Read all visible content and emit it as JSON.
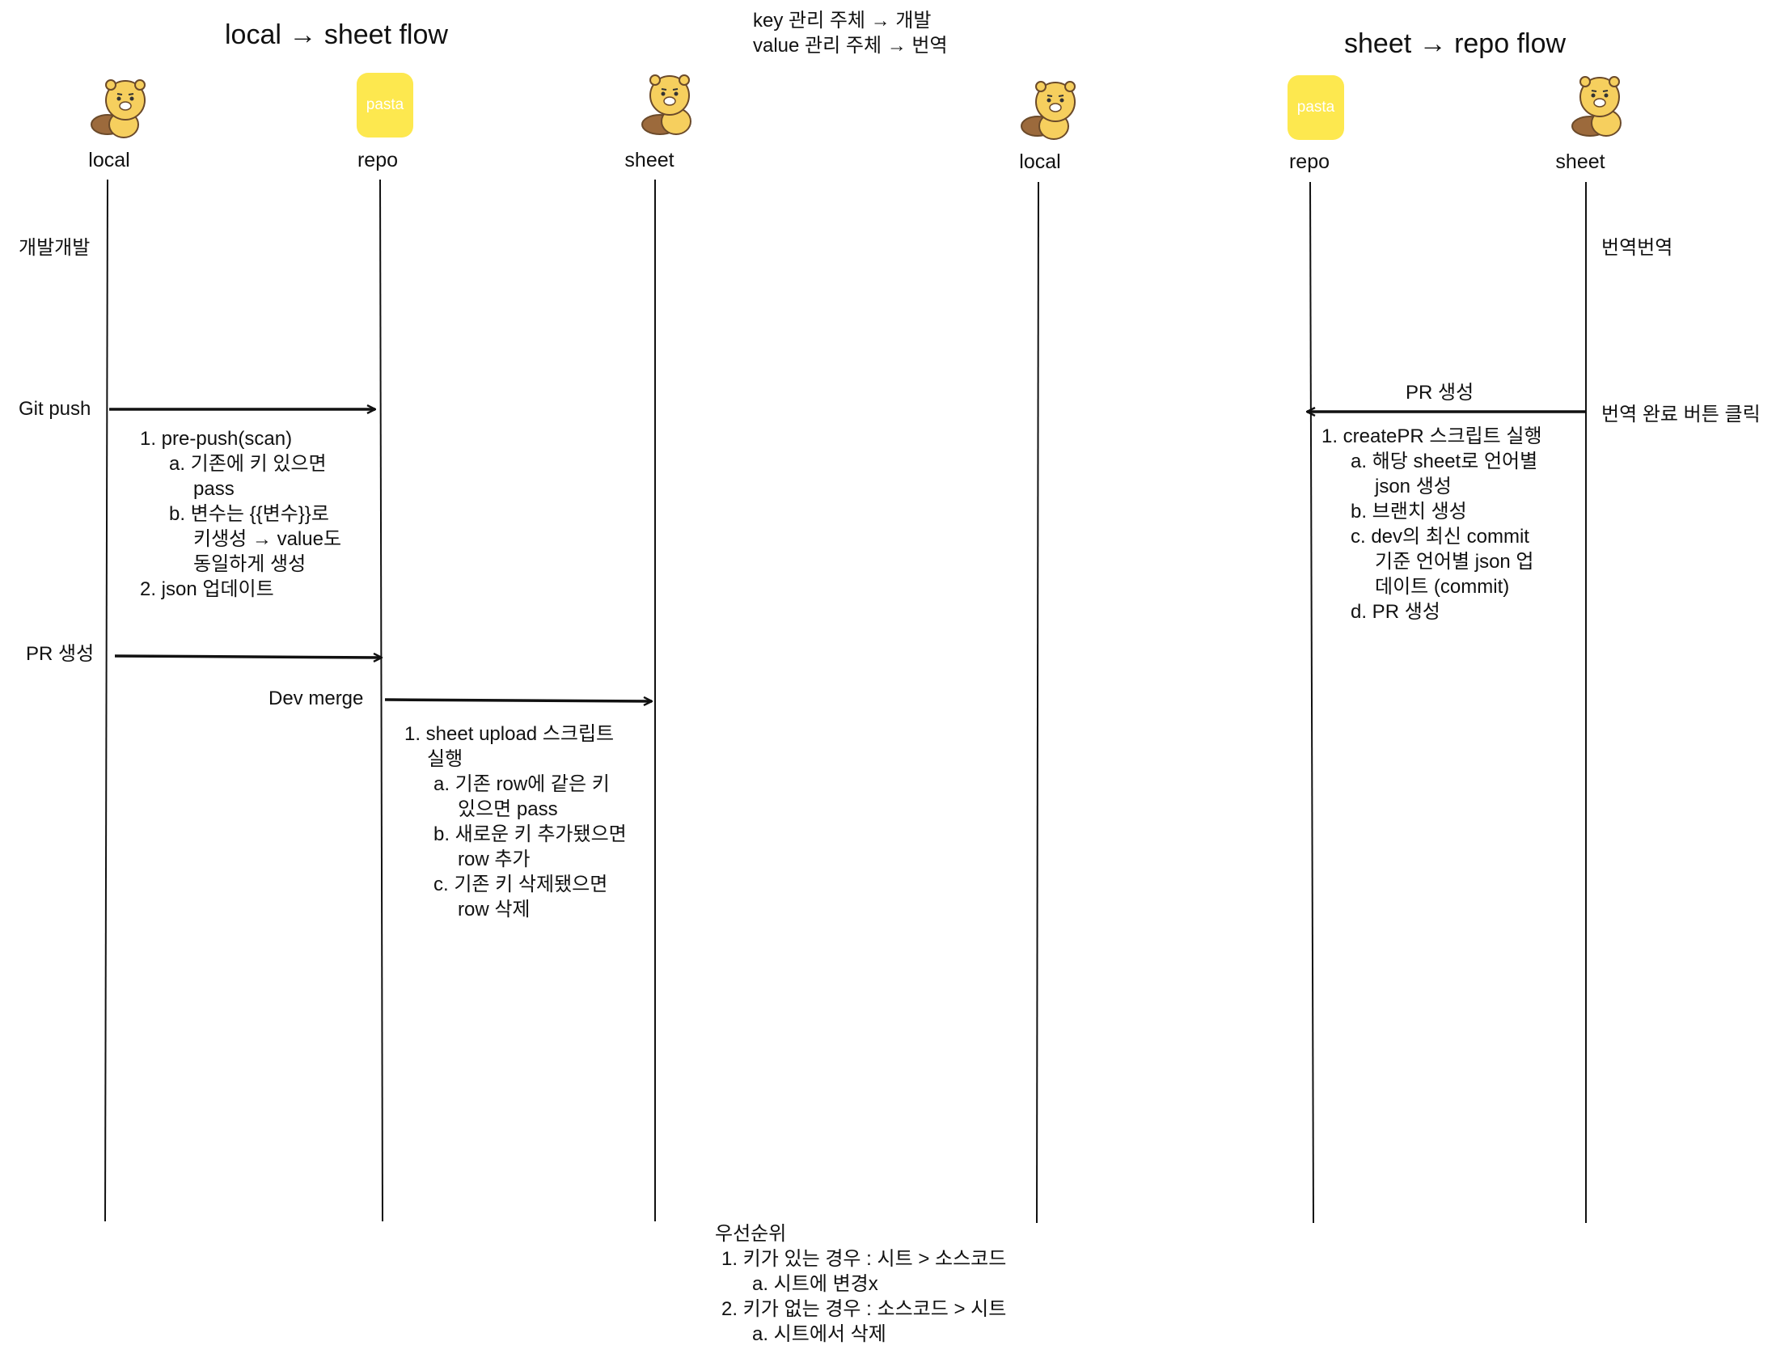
{
  "titles": {
    "left": "local → sheet flow",
    "right": "sheet → repo flow"
  },
  "top_note": {
    "line1": "key 관리 주체 → 개발",
    "line2": "value 관리 주체 → 번역"
  },
  "actors_left": {
    "local": "local",
    "repo": "repo",
    "sheet": "sheet",
    "pasta_logo": "pasta"
  },
  "actors_right": {
    "local": "local",
    "repo": "repo",
    "sheet": "sheet",
    "pasta_logo": "pasta"
  },
  "left_flow": {
    "dev_label": "개발개발",
    "git_push": "Git push",
    "pr_create": "PR 생성",
    "dev_merge": "Dev merge",
    "prepush_list": [
      "1. pre-push(scan)",
      "a. 기존에 키 있으면",
      "pass",
      "b. 변수는 {{변수}}로",
      "키생성 → value도",
      "동일하게 생성",
      "2. json 업데이트"
    ],
    "upload_list": [
      "1. sheet upload 스크립트",
      "실행",
      "a. 기존 row에 같은 키",
      "있으면 pass",
      "b. 새로운 키 추가됐으면",
      "row 추가",
      "c. 기존 키 삭제됐으면",
      "row 삭제"
    ]
  },
  "right_flow": {
    "translate_label": "번역번역",
    "complete_click": "번역 완료 버튼 클릭",
    "pr_create": "PR 생성",
    "createpr_list": [
      "1. createPR 스크립트 실행",
      "a. 해당 sheet로 언어별",
      "json 생성",
      "b. 브랜치 생성",
      "c. dev의 최신 commit",
      "기준 언어별 json 업",
      "데이트 (commit)",
      "d. PR 생성"
    ]
  },
  "priority": {
    "title": "우선순위",
    "items": [
      "1. 키가 있는 경우 : 시트 > 소스코드",
      "a. 시트에 변경x",
      "2. 키가 없는 경우 : 소스코드 > 시트",
      "a. 시트에서 삭제"
    ]
  },
  "colors": {
    "line": "#111111",
    "pasta_bg": "#fde84f",
    "char_body": "#f6cf5e",
    "char_outline": "#6b4a2a",
    "char_sweet_potato": "#9c6a3c"
  },
  "icons": {
    "character": "lion-character-icon",
    "pasta": "pasta-logo-icon"
  }
}
